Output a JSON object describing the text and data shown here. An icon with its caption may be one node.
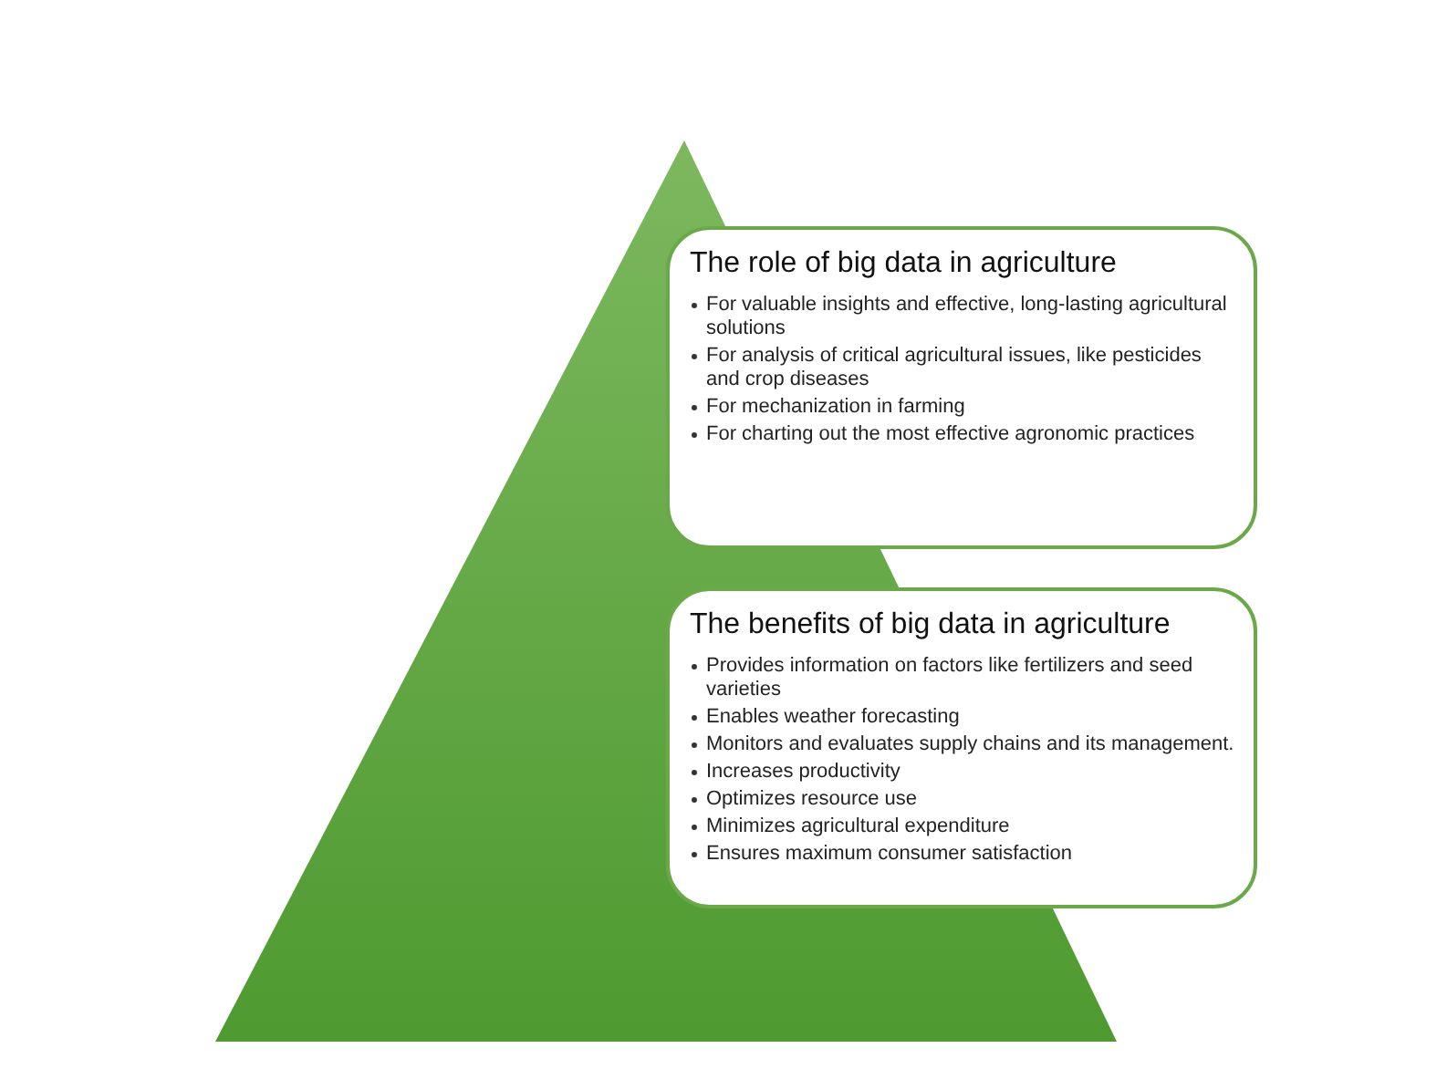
{
  "diagram": {
    "nodes": [
      {
        "text": [
          "The role of big data in agriculture",
          "For valuable insights and effective, long-lasting agricultural solutions",
          "For analysis of critical agricultural issues, like pesticides and crop diseases",
          "For mechanization in farming",
          "For charting out the most effective agronomic practices"
        ]
      },
      {
        "text": [
          "The benefits of big data in agriculture",
          "Provides information on factors like fertilizers and seed varieties",
          "Enables weather forecasting",
          "Monitors and evaluates supply chains and its management.",
          "Increases productivity",
          "Optimizes resource use",
          "Minimizes agricultural expenditure",
          "Ensures maximum consumer satisfaction"
        ]
      }
    ]
  }
}
